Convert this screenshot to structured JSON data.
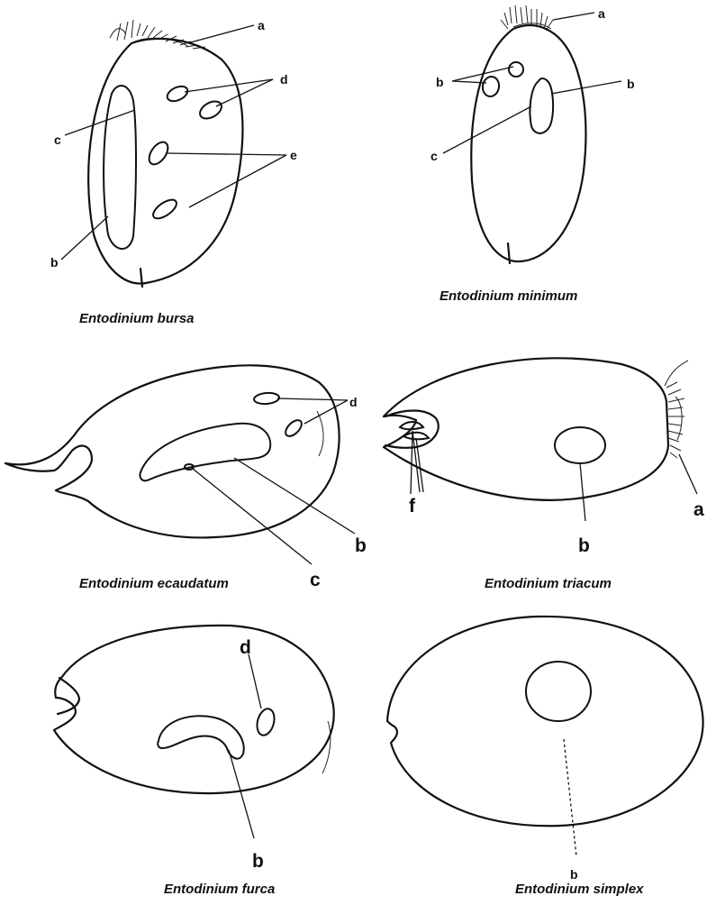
{
  "panels": {
    "bursa": {
      "caption": "Entodinium bursa",
      "labels": {
        "a": "a",
        "b": "b",
        "c": "c",
        "d": "d",
        "e": "e"
      }
    },
    "minimum": {
      "caption": "Entodinium minimum",
      "labels": {
        "a": "a",
        "b_left": "b",
        "b_right": "b",
        "c": "c"
      }
    },
    "ecaudatum": {
      "caption": "Entodinium ecaudatum",
      "labels": {
        "b": "b",
        "c": "c",
        "d": "d"
      }
    },
    "triacum": {
      "caption": "Entodinium triacum",
      "labels": {
        "a": "a",
        "b": "b",
        "f": "f"
      }
    },
    "furca": {
      "caption": "Entodinium furca",
      "labels": {
        "b": "b",
        "d": "d"
      }
    },
    "simplex": {
      "caption": "Entodinium simplex",
      "labels": {
        "b": "b"
      }
    }
  },
  "colors": {
    "ink": "#111111",
    "paper": "#ffffff"
  }
}
